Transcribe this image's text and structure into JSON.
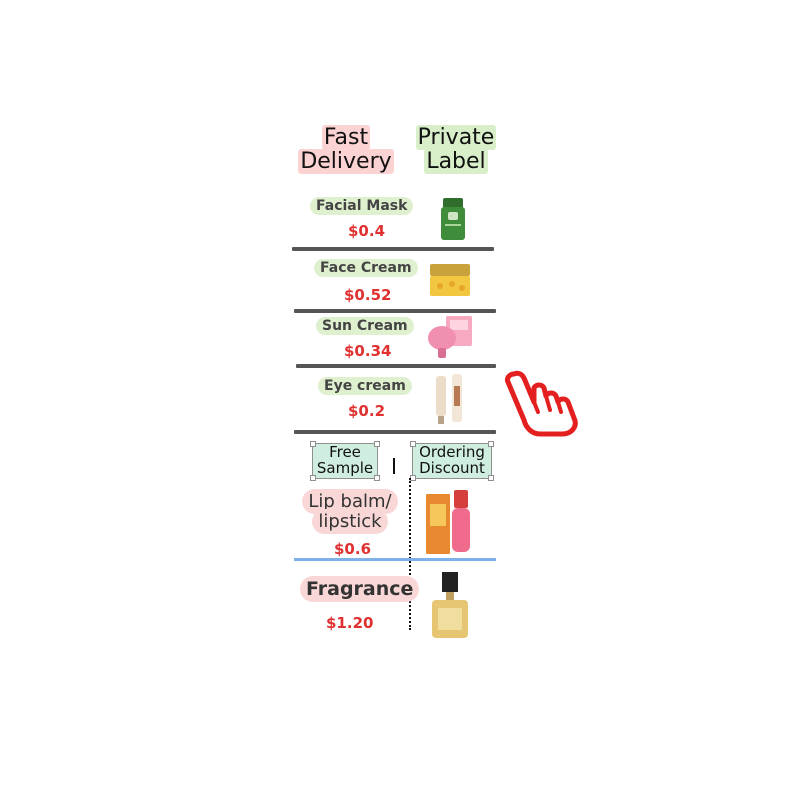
{
  "headers": {
    "fast_delivery": [
      "Fast",
      "Delivery"
    ],
    "private_label": [
      "Private",
      "Label"
    ]
  },
  "products_top": [
    {
      "name": "Facial Mask",
      "price": "$0.4",
      "image_icon": "green-tube-mask-icon"
    },
    {
      "name": "Face Cream",
      "price": "$0.52",
      "image_icon": "gold-cream-jars-icon"
    },
    {
      "name": "Sun Cream",
      "price": "$0.34",
      "image_icon": "pink-sunscreen-icon"
    },
    {
      "name": "Eye cream",
      "price": "$0.2",
      "image_icon": "eye-cream-tubes-icon"
    }
  ],
  "lower_headers": {
    "free_sample": [
      "Free",
      "Sample"
    ],
    "ordering_discount": [
      "Ordering",
      "Discount"
    ]
  },
  "products_bottom": [
    {
      "name": [
        "Lip balm/",
        "lipstick"
      ],
      "price": "$0.6",
      "image_icon": "lip-oil-box-icon"
    },
    {
      "name": "Fragrance",
      "price": "$1.20",
      "image_icon": "perfume-bottle-icon"
    }
  ],
  "colors": {
    "price": "#e03030",
    "divider": "#555555",
    "blue_divider": "#7fb0ea",
    "hand_cursor": "#e41f1f"
  },
  "cursor_icon": "pointing-hand-icon"
}
